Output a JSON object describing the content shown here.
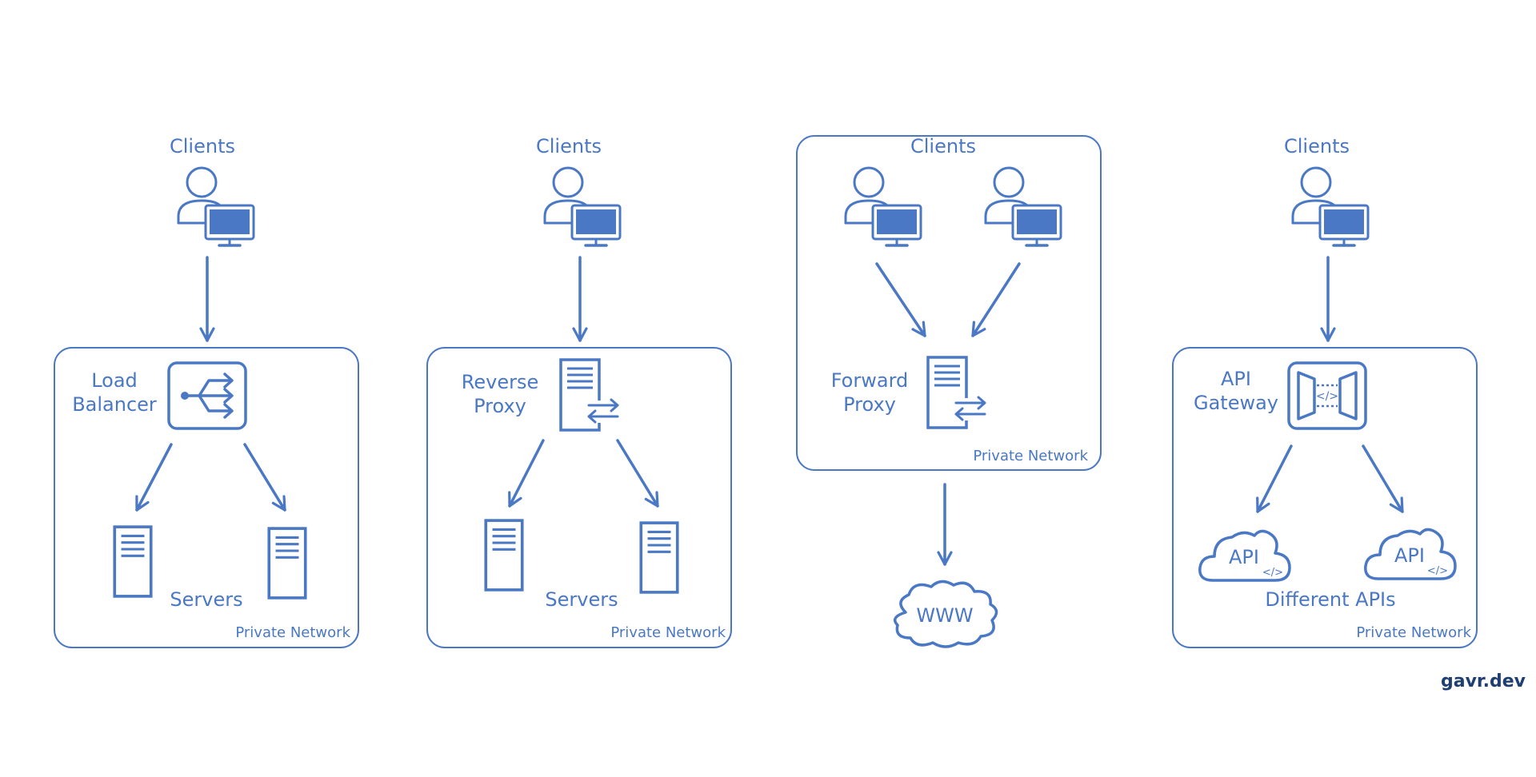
{
  "colors": {
    "stroke": "#4a78c4",
    "fill": "#4a78c4",
    "background": "#ffffff",
    "brand": "#1f3f72"
  },
  "panels": {
    "load_balancer": {
      "clients_label": "Clients",
      "component_label_line1": "Load",
      "component_label_line2": "Balancer",
      "servers_label": "Servers",
      "network_label": "Private Network",
      "icon": "load-balancer-icon"
    },
    "reverse_proxy": {
      "clients_label": "Clients",
      "component_label_line1": "Reverse",
      "component_label_line2": "Proxy",
      "servers_label": "Servers",
      "network_label": "Private Network",
      "icon": "proxy-server-icon"
    },
    "forward_proxy": {
      "clients_label": "Clients",
      "component_label_line1": "Forward",
      "component_label_line2": "Proxy",
      "network_label": "Private Network",
      "internet_label": "WWW",
      "icon": "proxy-server-icon"
    },
    "api_gateway": {
      "clients_label": "Clients",
      "component_label_line1": "API",
      "component_label_line2": "Gateway",
      "api_label": "API",
      "code_glyph": "</>",
      "apis_label": "Different APIs",
      "network_label": "Private Network",
      "icon": "api-gateway-icon"
    }
  },
  "brand": "gavr.dev"
}
